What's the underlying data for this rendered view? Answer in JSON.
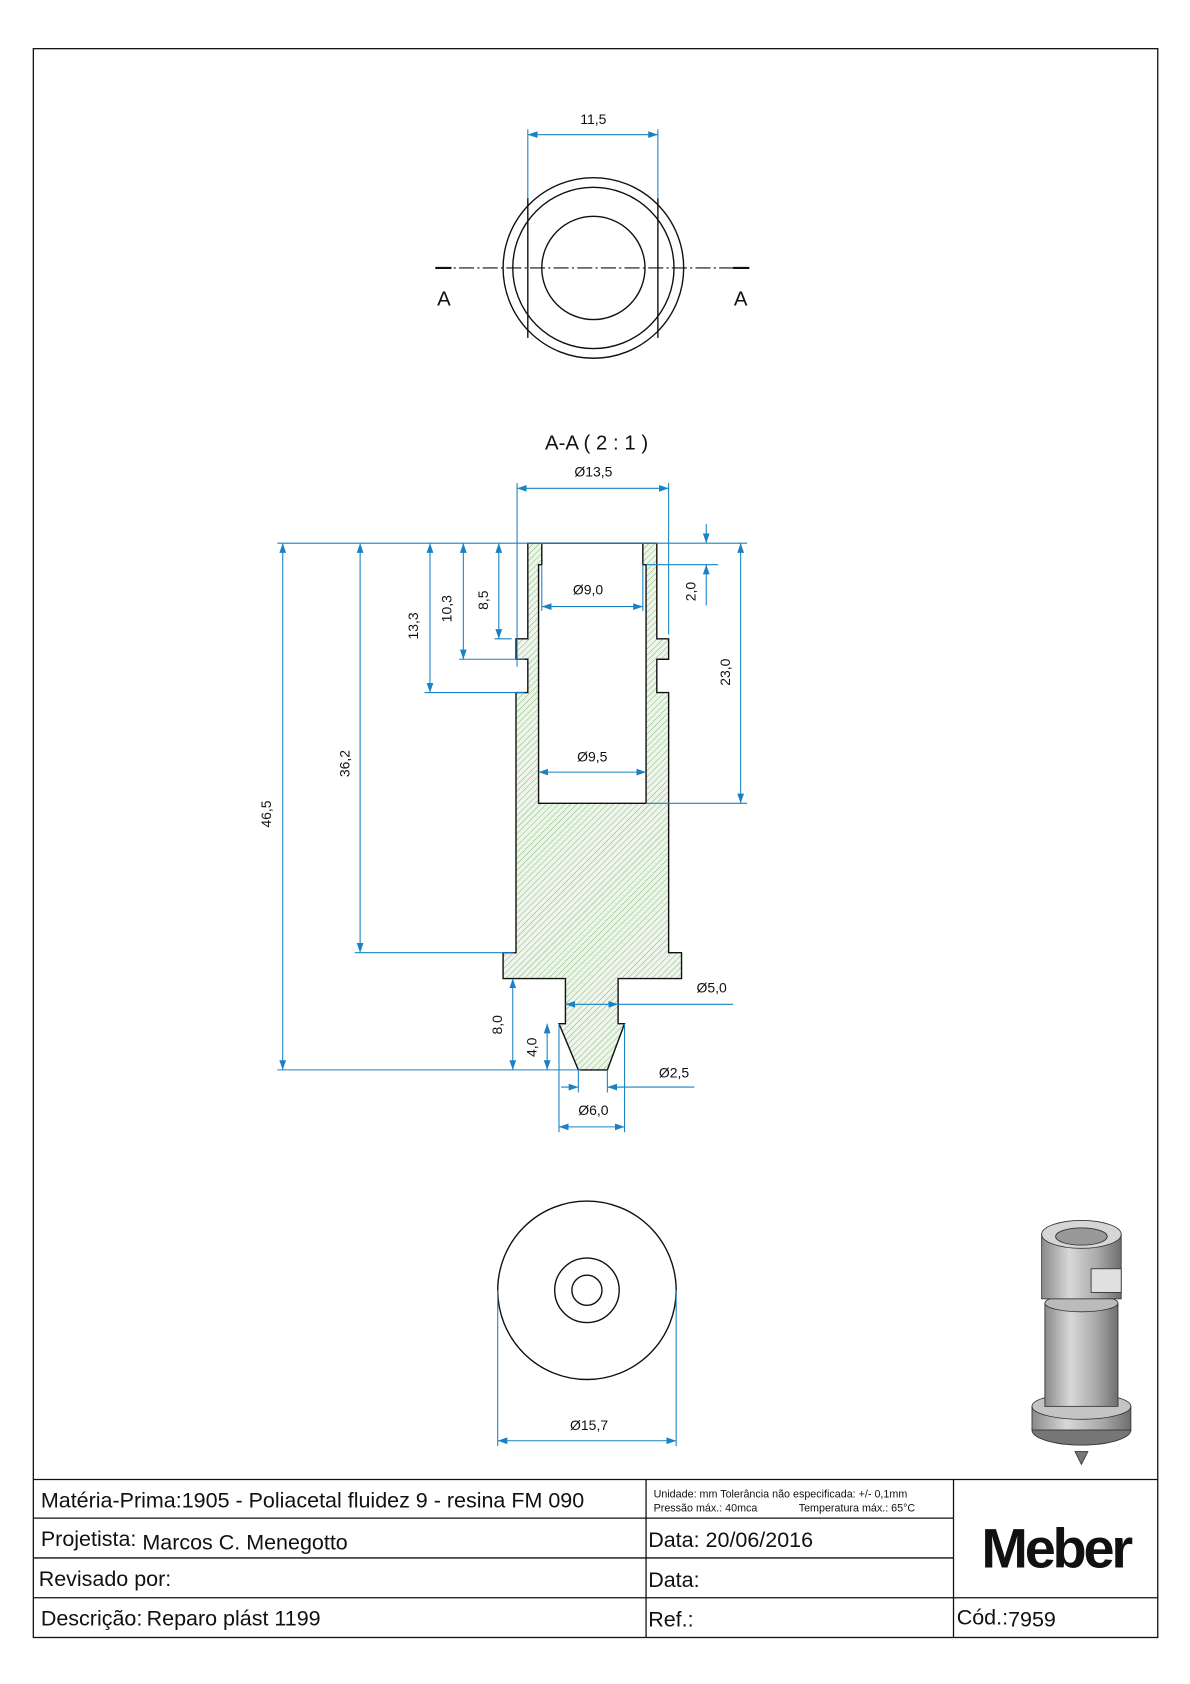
{
  "top_view": {
    "width_dim": "11,5",
    "section_label_left": "A",
    "section_label_right": "A"
  },
  "section_view": {
    "title": "A-A ( 2 : 1 )",
    "dims": {
      "outer_diameter": "Ø13,5",
      "total_length": "46,5",
      "flange_height": "36,2",
      "groove_bottom": "13,3",
      "groove_top": "10,3",
      "shoulder": "8,5",
      "counterbore_depth": "2,0",
      "bore_depth": "23,0",
      "top_bore_diameter": "Ø9,0",
      "bore_diameter": "Ø9,5",
      "stem_diameter": "Ø5,0",
      "stem_length": "8,0",
      "cone_length": "4,0",
      "tip_diameter": "Ø2,5",
      "cone_diameter": "Ø6,0"
    }
  },
  "bottom_view": {
    "diameter_dim": "Ø15,7"
  },
  "title_block": {
    "material_label": "Matéria-Prima:",
    "material_value": "1905 - Poliacetal fluidez 9 - resina FM 090",
    "notes_line1": "Unidade: mm Tolerância não especificada: +/- 0,1mm",
    "notes_line2_a": "Pressão máx.: 40mca",
    "notes_line2_b": "Temperatura máx.: 65°C",
    "designer_label": "Projetista:",
    "designer_value": "Marcos C. Menegotto",
    "date_label": "Data:",
    "date_value": "20/06/2016",
    "reviewed_label": "Revisado por:",
    "reviewed_date_label": "Data:",
    "description_label": "Descrição:",
    "description_value": "Reparo plást 1199",
    "ref_label": "Ref.:",
    "code_label": "Cód.:",
    "code_value": "7959",
    "logo": "Meber"
  },
  "colors": {
    "dimension": "#1a82c4",
    "hatch": "#6fae63"
  }
}
